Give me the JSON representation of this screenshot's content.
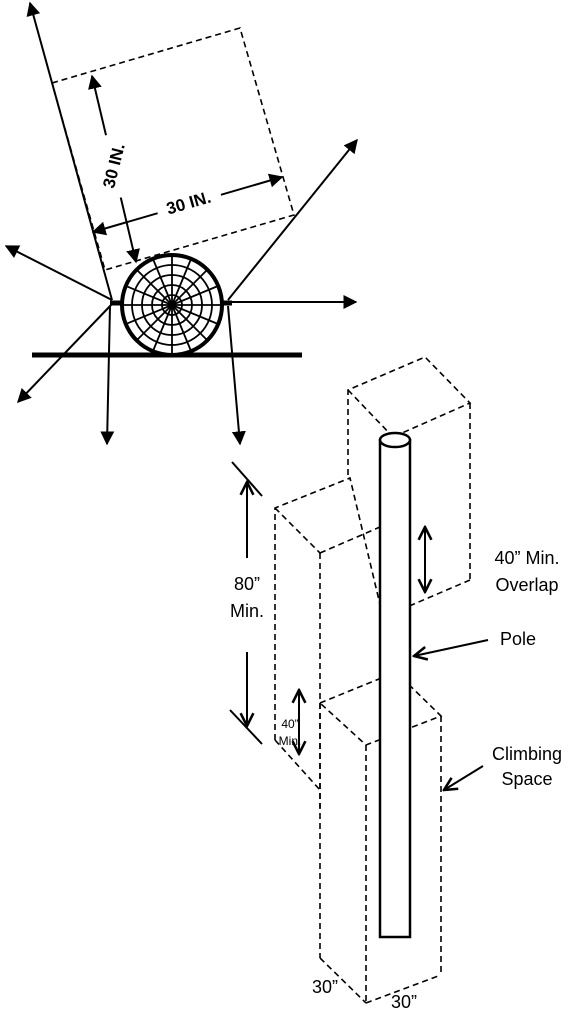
{
  "top_view": {
    "dim_depth": "30 IN.",
    "dim_width": "30 IN."
  },
  "side_view": {
    "overlap_label_line1": "40” Min.",
    "overlap_label_line2": "Overlap",
    "height_label_line1": "80”",
    "height_label_line2": "Min.",
    "small_label_line1": "40”",
    "small_label_line2": "Min.",
    "pole_label": "Pole",
    "space_label_line1": "Climbing",
    "space_label_line2": "Space",
    "base_dim_left": "30”",
    "base_dim_right": "30”"
  }
}
